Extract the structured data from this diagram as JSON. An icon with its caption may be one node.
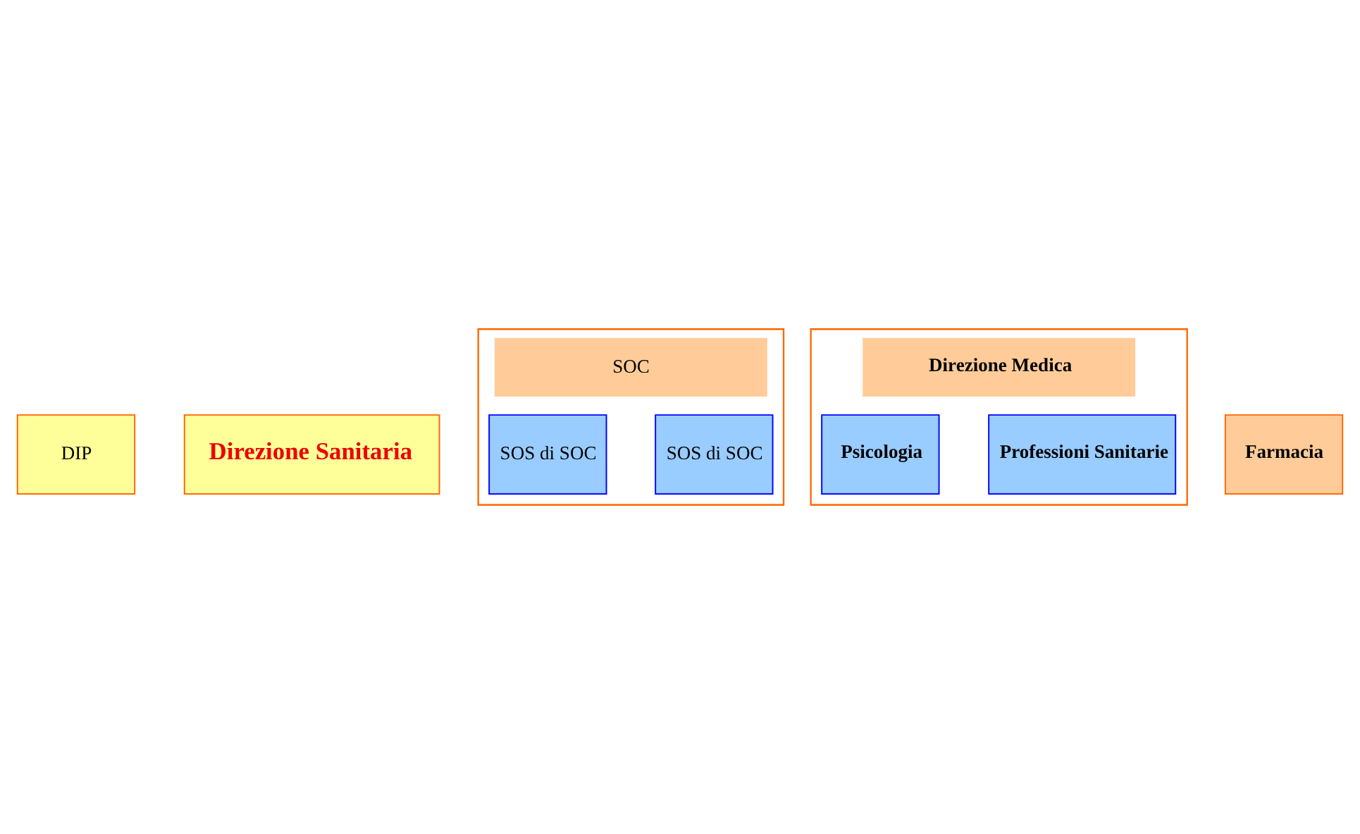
{
  "diagram": {
    "nodes": [
      {
        "text": [
          "DIP"
        ]
      },
      {
        "text": [
          "Direzione Sanitaria"
        ]
      },
      {
        "text": [
          "SOC"
        ]
      },
      {
        "text": [
          "SOS di SOC"
        ],
        "in": 2
      },
      {
        "text": [
          "SOS di SOC"
        ],
        "in": 2
      },
      {
        "text": [
          "Direzione Medica"
        ]
      },
      {
        "text": [
          "Professioni Sanitarie"
        ],
        "in": 5
      },
      {
        "text": [
          "Psicologia"
        ],
        "in": 5
      },
      {
        "text": [
          "Farmacia"
        ]
      }
    ]
  }
}
